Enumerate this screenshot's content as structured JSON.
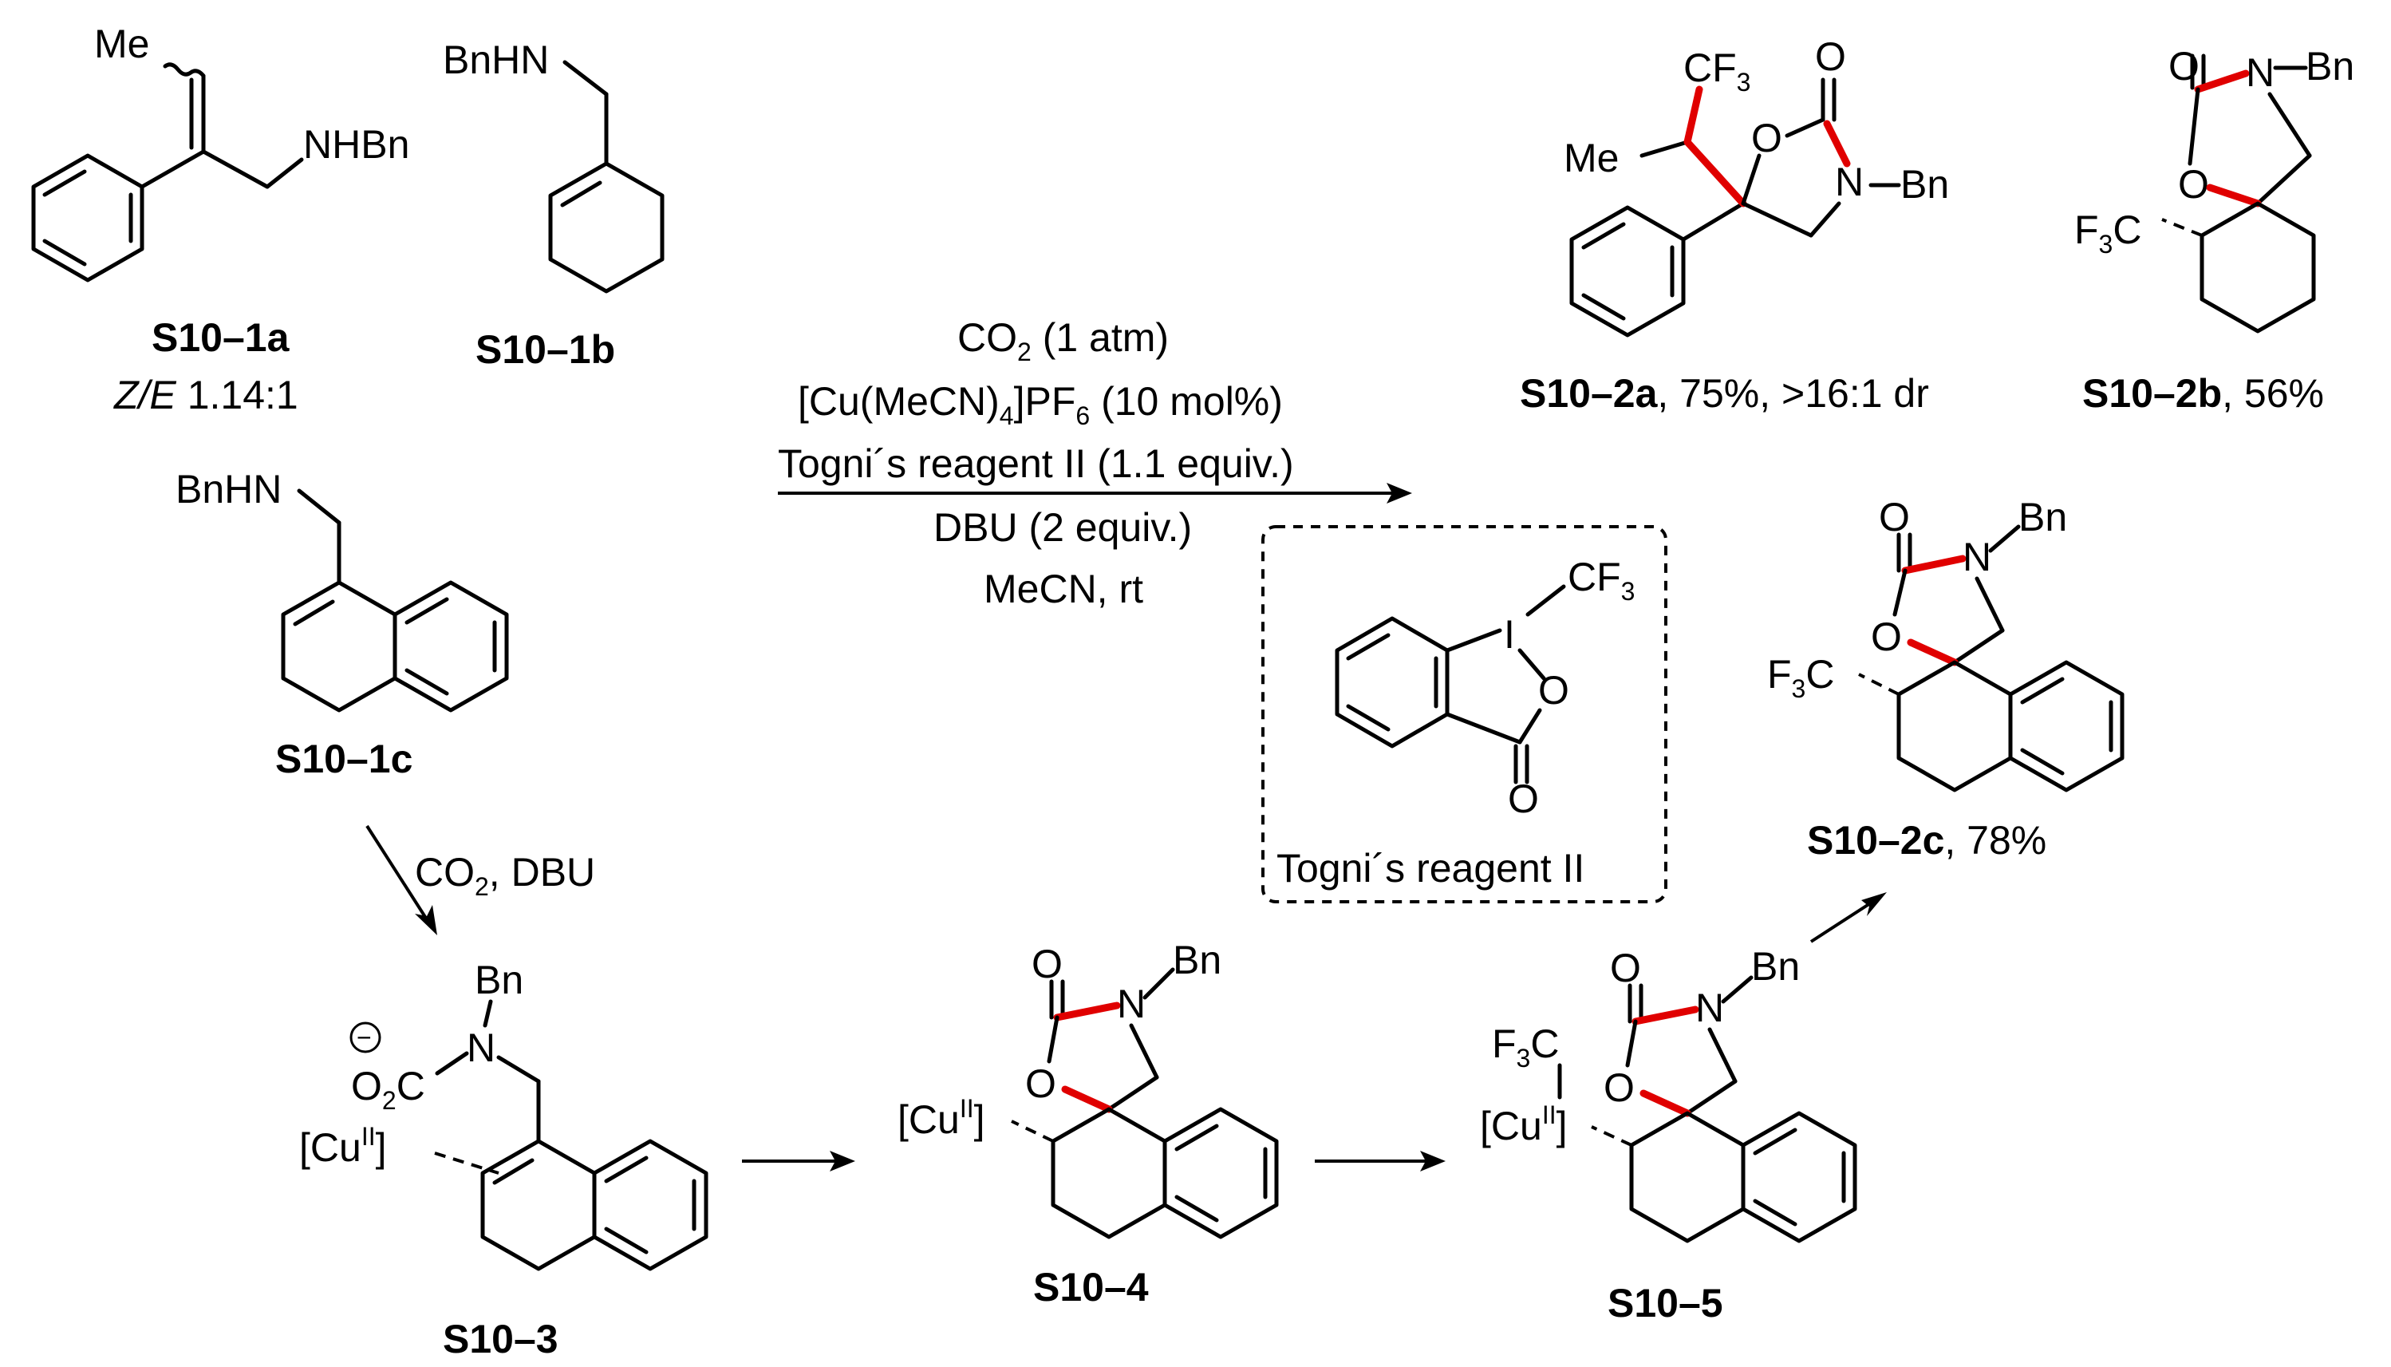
{
  "conditions": {
    "line1_main": "CO",
    "line1_sub": "2",
    "line1_rest": " (1 atm)",
    "line2_a": "[Cu(MeCN)",
    "line2_sub1": "4",
    "line2_b": "]PF",
    "line2_sub2": "6",
    "line2_c": " (10 mol%)",
    "line3": "Togni´s reagent II (1.1 equiv.)",
    "line4": "DBU (2 equiv.)",
    "line5": "MeCN, rt"
  },
  "reagent_box": {
    "label": "Togni´s reagent II",
    "cf3": "CF",
    "cf3_sub": "3",
    "I": "I",
    "O": "O"
  },
  "step_mech": {
    "main": "CO",
    "sub": "2",
    "rest": ", DBU"
  },
  "compounds": {
    "s1a": {
      "id": "S10–1a",
      "ratio_italic": "Z/E",
      "ratio": " 1.14:1",
      "me": "Me",
      "nh": "NHBn"
    },
    "s1b": {
      "id": "S10–1b",
      "nh": "BnHN"
    },
    "s1c": {
      "id": "S10–1c",
      "nh": "BnHN"
    },
    "s2a": {
      "id": "S10–2a",
      "yield": ", 75%, >16:1 dr",
      "me": "Me",
      "cf": "CF",
      "cf_sub": "3",
      "O": "O",
      "N": "N",
      "bn": "Bn"
    },
    "s2b": {
      "id": "S10–2b",
      "yield": ", 56%",
      "f3c": "F",
      "f3c_sub": "3",
      "f3c_c": "C",
      "O": "O",
      "N": "N",
      "bn": "Bn"
    },
    "s2c": {
      "id": "S10–2c",
      "yield": ", 78%",
      "f3c": "F",
      "f3c_sub": "3",
      "f3c_c": "C",
      "O": "O",
      "N": "N",
      "bn": "Bn"
    },
    "s3": {
      "id": "S10–3",
      "cu": "[Cu",
      "cu_sup": "II",
      "cu_end": "]",
      "o2c": "O",
      "o2c_sub": "2",
      "o2c_c": "C",
      "minus": "−",
      "N": "N",
      "bn": "Bn"
    },
    "s4": {
      "id": "S10–4",
      "cu": "[Cu",
      "cu_sup": "II",
      "cu_end": "]",
      "O": "O",
      "N": "N",
      "bn": "Bn"
    },
    "s5": {
      "id": "S10–5",
      "cu": "[Cu",
      "cu_sup": "II",
      "cu_end": "]",
      "f3c": "F",
      "f3c_sub": "3",
      "f3c_c": "C",
      "O": "O",
      "N": "N",
      "bn": "Bn"
    }
  }
}
